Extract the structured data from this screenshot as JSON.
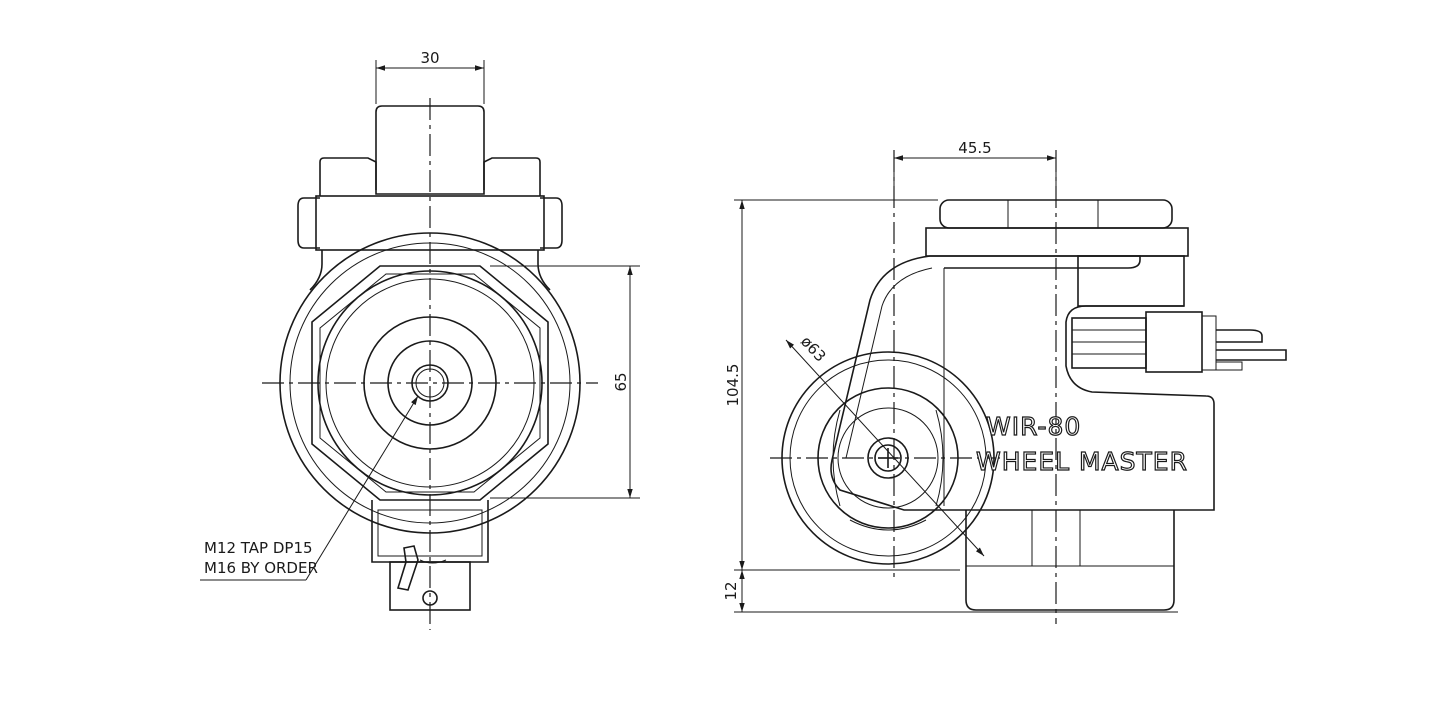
{
  "dimensions": {
    "front_width": "30",
    "front_height": "65",
    "side_offset": "45.5",
    "total_height": "104.5",
    "base_height": "12",
    "wheel_diameter": "ø63"
  },
  "notes": {
    "tap_line1": "M12 TAP DP15",
    "tap_line2": "M16 BY ORDER"
  },
  "branding": {
    "model": "WIR-80",
    "name": "WHEEL MASTER"
  }
}
